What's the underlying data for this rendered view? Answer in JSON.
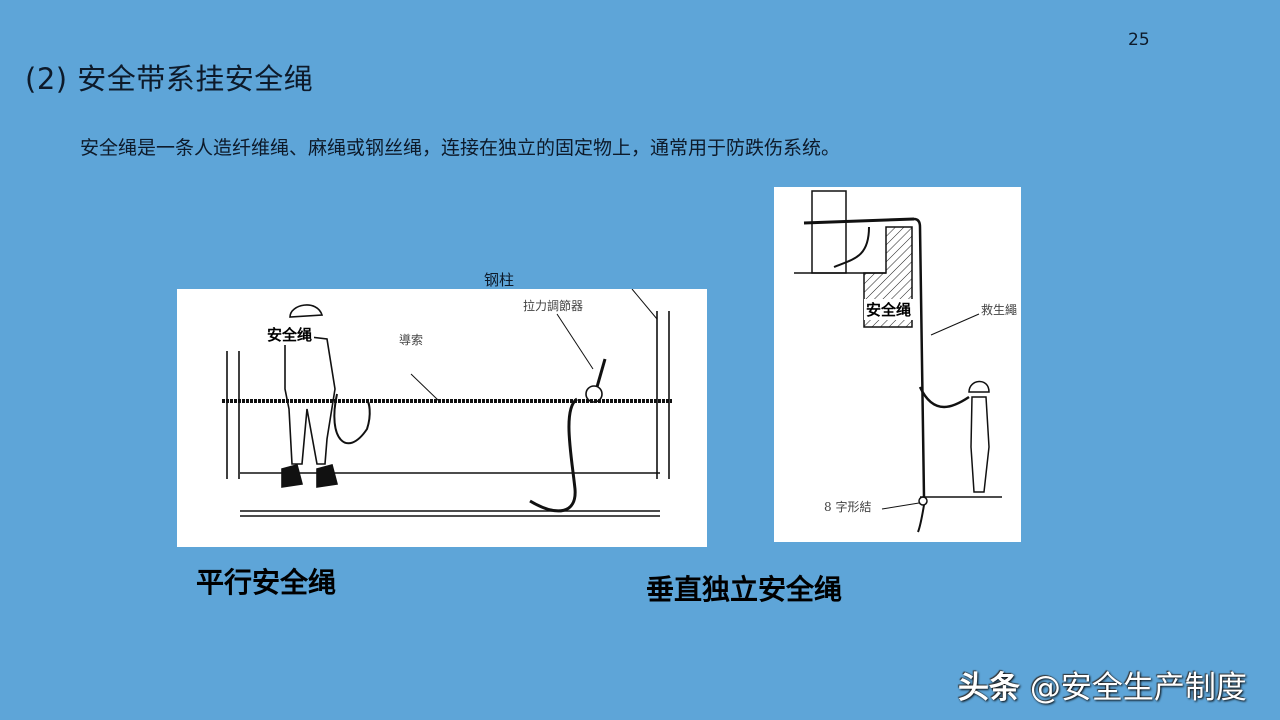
{
  "page": {
    "number": "25",
    "title": "(2) 安全带系挂安全绳",
    "intro": "安全绳是一条人造纤维绳、麻绳或钢丝绳，连接在独立的固定物上，通常用于防跌伤系统。",
    "background_color": "#5ea5d8"
  },
  "figures": [
    {
      "id": "horizontal",
      "caption": "平行安全绳",
      "outside_label": "钢柱",
      "labels": {
        "safety_rope": "安全绳",
        "guide_cable": "導索",
        "tensioner": "拉力調節器"
      }
    },
    {
      "id": "vertical",
      "caption": "垂直独立安全绳",
      "labels": {
        "safety_rope": "安全绳",
        "lifeline": "救生繩",
        "figure_eight_knot": "8 字形結"
      }
    }
  ],
  "watermark": {
    "platform": "头条",
    "account": "@安全生产制度"
  }
}
